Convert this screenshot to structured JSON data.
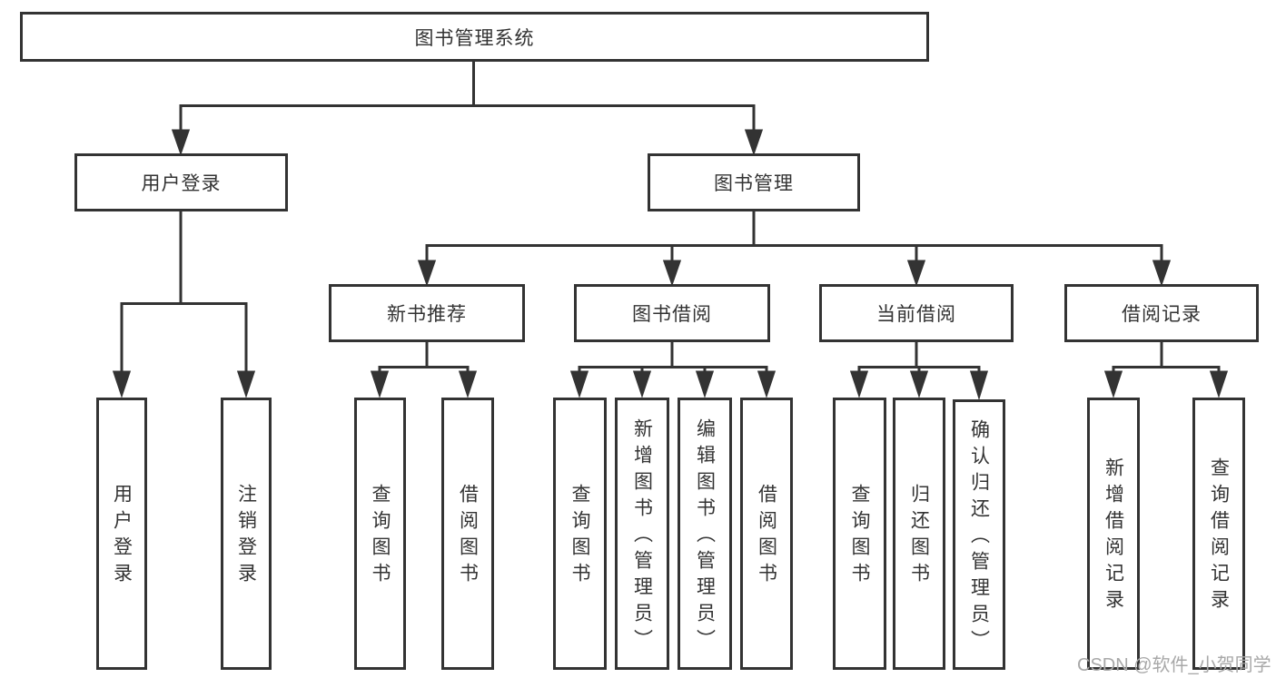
{
  "diagram": {
    "root": {
      "label": "图书管理系统"
    },
    "level2": [
      {
        "label": "用户登录"
      },
      {
        "label": "图书管理"
      }
    ],
    "level3": [
      {
        "label": "新书推荐"
      },
      {
        "label": "图书借阅"
      },
      {
        "label": "当前借阅"
      },
      {
        "label": "借阅记录"
      }
    ],
    "leaves": {
      "user_login": [
        {
          "label": "用户登录"
        },
        {
          "label": "注销登录"
        }
      ],
      "new_book": [
        {
          "label": "查询图书"
        },
        {
          "label": "借阅图书"
        }
      ],
      "book_borrow": [
        {
          "label": "查询图书"
        },
        {
          "label": "新增图书（管理员）"
        },
        {
          "label": "编辑图书（管理员）"
        },
        {
          "label": "借阅图书"
        }
      ],
      "current_borrow": [
        {
          "label": "查询图书"
        },
        {
          "label": "归还图书"
        },
        {
          "label": "确认归还（管理员）"
        }
      ],
      "borrow_records": [
        {
          "label": "新增借阅记录"
        },
        {
          "label": "查询借阅记录"
        }
      ]
    }
  },
  "watermark": {
    "text": "CSDN @软件_小贺同学"
  },
  "colors": {
    "line": "#333333",
    "text": "#333333",
    "watermark": "#a8a8a8",
    "background": "#ffffff"
  }
}
